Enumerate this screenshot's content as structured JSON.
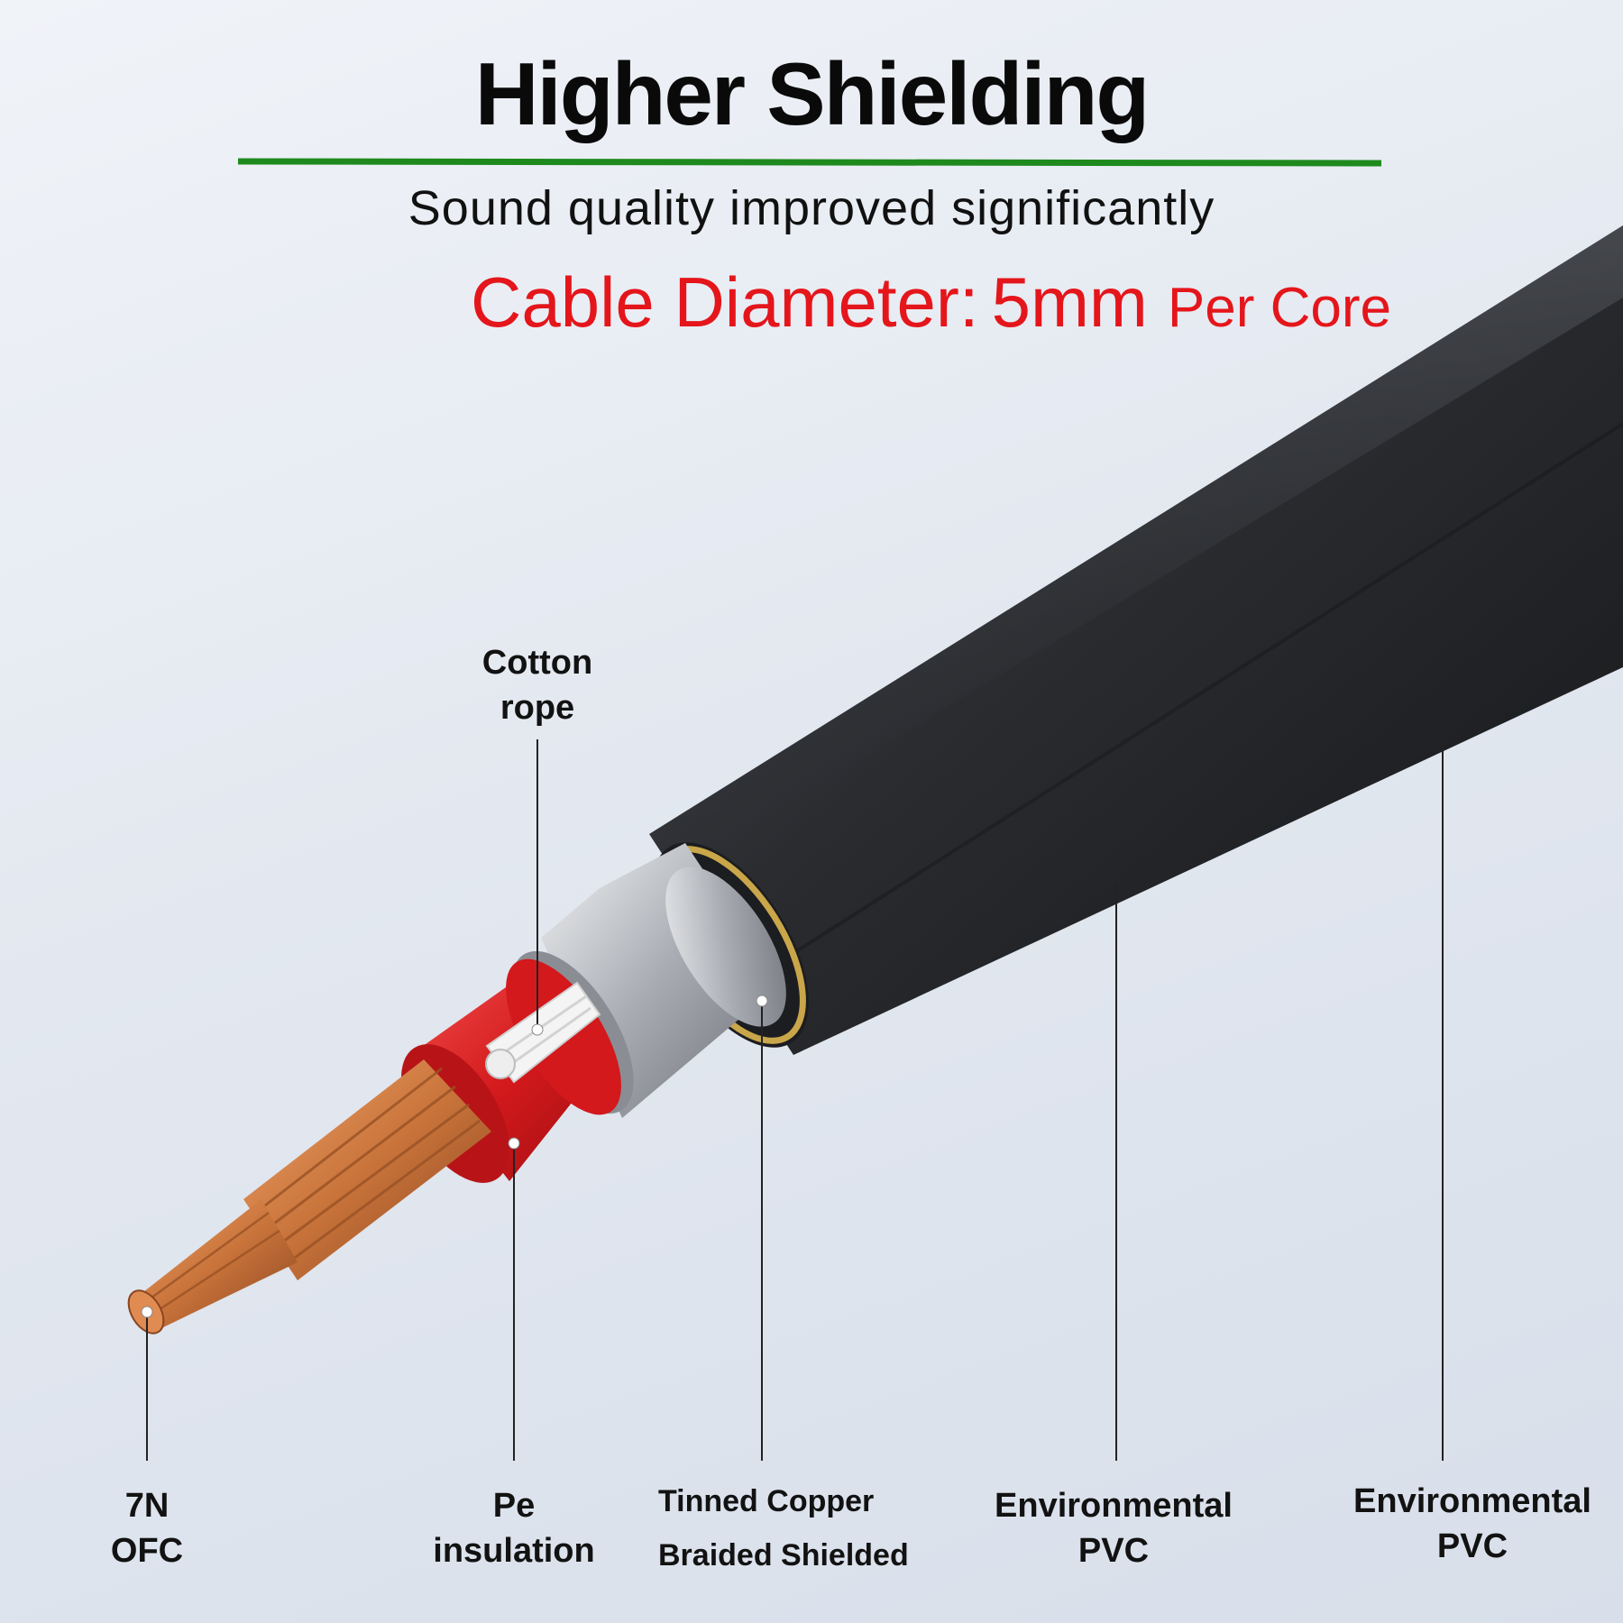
{
  "header": {
    "title": "Higher Shielding",
    "subtitle": "Sound quality improved significantly",
    "spec_label": "Cable Diameter:",
    "spec_value": "5mm",
    "spec_unit": "Per Core"
  },
  "colors": {
    "title": "#0a0a0a",
    "divider": "#1e8a1e",
    "spec": "#e4161b",
    "jacket": "#2b2d31",
    "shield": "#b8bcc2",
    "insulation": "#d3191c",
    "copper": "#c8733a",
    "cotton": "#f4f4f4"
  },
  "labels": {
    "cotton_rope": [
      "Cotton",
      "rope"
    ],
    "ofc": [
      "7N",
      "OFC"
    ],
    "pe_insulation": [
      "Pe",
      "insulation"
    ],
    "tinned_copper": [
      "Tinned Copper",
      "Braided Shielded"
    ],
    "pvc_inner": [
      "Environmental",
      "PVC"
    ],
    "pvc_outer": [
      "Environmental",
      "PVC"
    ]
  }
}
